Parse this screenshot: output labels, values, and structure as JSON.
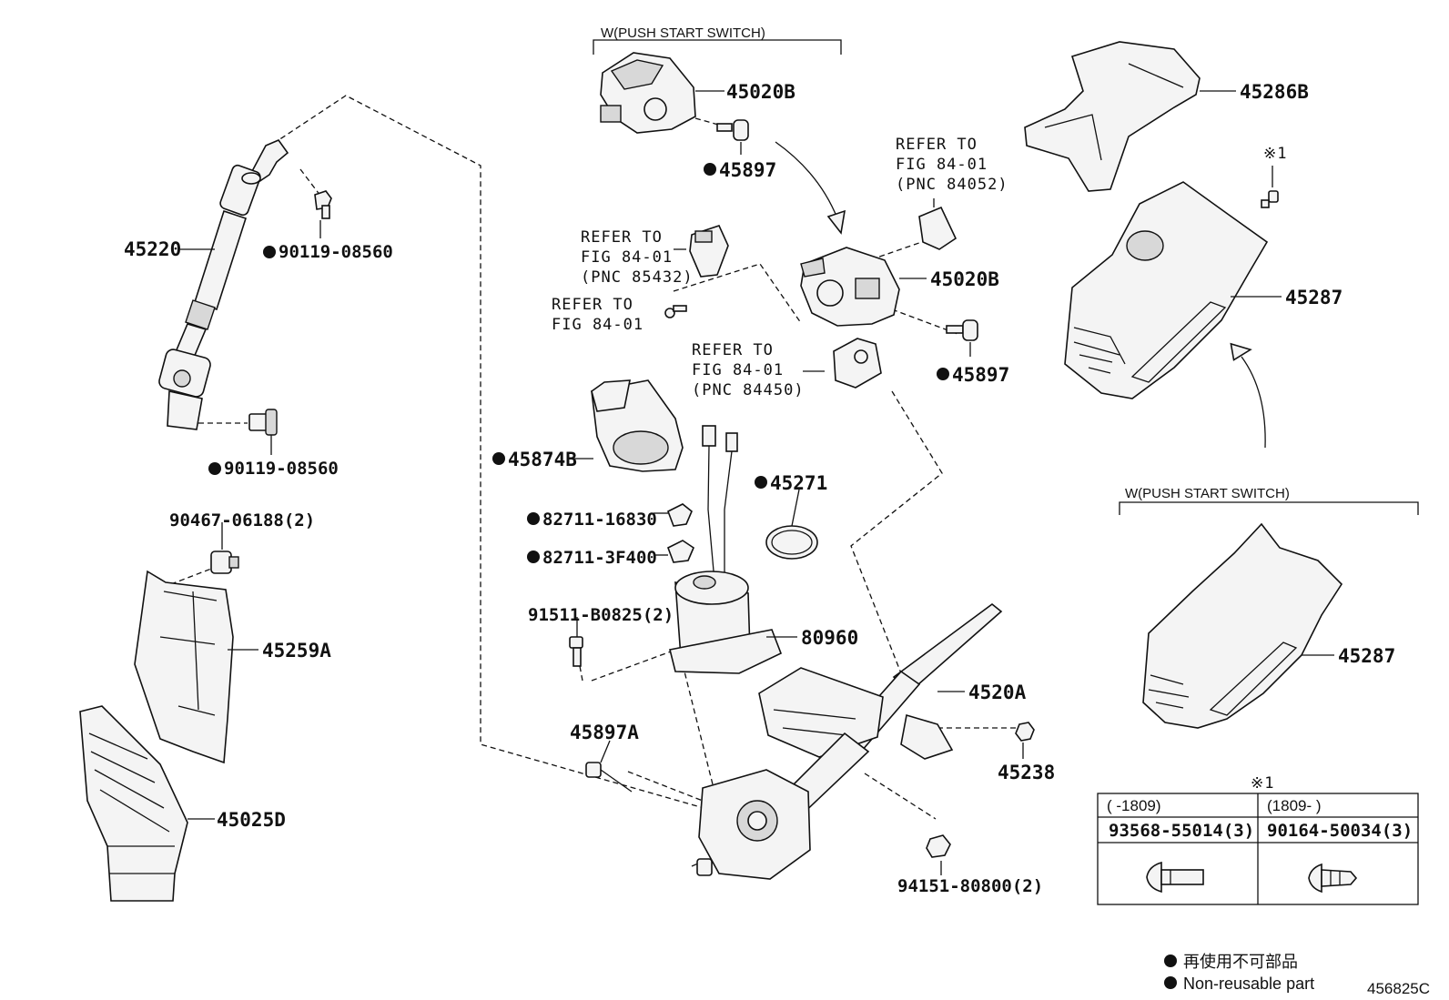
{
  "callouts": {
    "p45220": "45220",
    "p90119_a": "90119-08560",
    "p90119_b": "90119-08560",
    "p90467": "90467-06188(2)",
    "p45259A": "45259A",
    "p45025D": "45025D",
    "p45020B_top": "45020B",
    "p45897_top": "45897",
    "p45020B_mid": "45020B",
    "p45897_mid": "45897",
    "p45874B": "45874B",
    "p45271": "45271",
    "p82711_16830": "82711-16830",
    "p82711_3F400": "82711-3F400",
    "p91511": "91511-B0825(2)",
    "p80960": "80960",
    "p4520A": "4520A",
    "p45897A": "45897A",
    "p45238": "45238",
    "p94151": "94151-80800(2)",
    "p45286B": "45286B",
    "p45287_top": "45287",
    "p45287_bot": "45287"
  },
  "refer_notes": {
    "pnc85432": [
      "REFER TO",
      "FIG 84-01",
      "(PNC 85432)"
    ],
    "fig8401": [
      "REFER TO",
      "FIG 84-01"
    ],
    "pnc84052": [
      "REFER TO",
      "FIG 84-01",
      "(PNC 84052)"
    ],
    "pnc84450": [
      "REFER TO",
      "FIG 84-01",
      "(PNC 84450)"
    ]
  },
  "brackets": {
    "push_start_top": "W(PUSH START SWITCH)",
    "push_start_right": "W(PUSH START SWITCH)"
  },
  "note_mark": "※1",
  "table": {
    "mark": "※1",
    "headers": [
      "(      -1809)",
      "(1809-      )"
    ],
    "parts": [
      "93568-55014(3)",
      "90164-50034(3)"
    ]
  },
  "legend": {
    "line1": "再使用不可部品",
    "line2": "Non-reusable part"
  },
  "figure_code": "456825C"
}
